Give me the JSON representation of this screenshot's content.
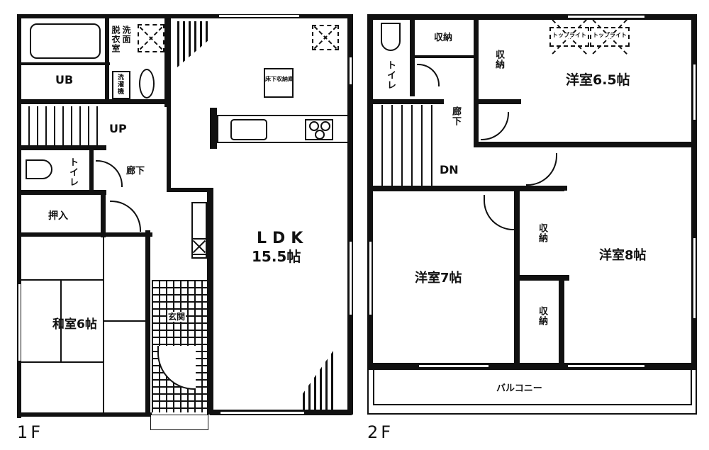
{
  "floor_1": {
    "label": "1F",
    "rooms": {
      "unit_bath": "UB",
      "dressing_room": "脱衣室",
      "washroom": "洗面",
      "washing_machine": "洗濯機",
      "stairs_up": "UP",
      "toilet": "トイレ",
      "hallway": "廊下",
      "closet": "押入",
      "japanese_room": "和室6帖",
      "entrance": "玄関",
      "ldk_name": "LDK",
      "ldk_size": "15.5帖",
      "underfloor_storage": "床下収納庫"
    }
  },
  "floor_2": {
    "label": "2F",
    "rooms": {
      "toilet": "トイレ",
      "storage_top": "収納",
      "storage_side": "収納",
      "hallway": "廊下",
      "stairs_down": "DN",
      "skylight_1": "トップライト",
      "skylight_2": "トップライト",
      "western_room_65": "洋室6.5帖",
      "western_room_7": "洋室7帖",
      "storage_mid_1": "収納",
      "storage_mid_2": "収納",
      "western_room_8": "洋室8帖",
      "balcony": "バルコニー"
    }
  }
}
